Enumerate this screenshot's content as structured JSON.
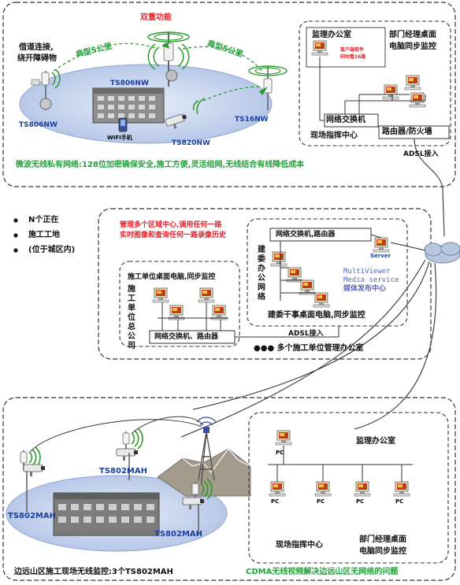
{
  "colors": {
    "ellipse": "#c9d6ee",
    "ellipse_edge": "#8fa6d4",
    "border": "#333333",
    "line": "#222222",
    "red": "#e4202a",
    "green": "#22a13a",
    "blue": "#1a3f9e"
  },
  "top": {
    "dual_function": "双重功能",
    "detour": [
      "借道连接,",
      "绕开障碍物"
    ],
    "typ5km_left": "典型5公里",
    "typ5km_right": "典型5公里",
    "ts806nw_center": "TS806NW",
    "ts806nw_left": "TS806NW",
    "ts820nw": "TS820NW",
    "ts16nw": "TS16NW",
    "wifi_phone": "WIFI手机",
    "supervisor_office": "监理办公室",
    "client_software": [
      "客户端软件",
      "同时看16路"
    ],
    "dept_manager": [
      "部门经理桌面",
      "电脑同步监控"
    ],
    "network_switch": "网络交换机",
    "router_firewall": "路由器/防火墙",
    "site_command": "现场指挥中心",
    "adsl": "ADSL接入",
    "caption": "微波无线私有网络:128位加密确保安全,施工方便,灵活组网,无线结合有线降低成本"
  },
  "legend": {
    "items": [
      "N个正在",
      "施工工地",
      "(位于城区内)"
    ]
  },
  "middle": {
    "manage_note": [
      "管理多个区域中心,调用任何一路",
      "实时图像和查询任何一路录像历史"
    ],
    "switch_router": "网络交换机,路由器",
    "jianwei_office": "建委办公网络",
    "server": "Server",
    "multiviewer": [
      "MultiViewer",
      "Media service"
    ],
    "media_center": "媒体发布中心",
    "jianwei_staff": "建委干事桌面电脑,同步监控",
    "construction_desk": "施工单位桌面电脑,同步监控",
    "construction_co": "施工单位总公司",
    "switch_router2": "网络交换机、路由器",
    "adsl": "ADSL接入",
    "multi_office": "●●● 多个施工单位管理办公室"
  },
  "bottom": {
    "ts802mah_1": "TS802MAH",
    "ts802mah_2": "TS802MAH",
    "ts802mah_3": "TS802MAH",
    "supervisor_office": "监理办公室",
    "site_command": "现场指挥中心",
    "dept_manager": [
      "部门经理桌面",
      "电脑同步监控"
    ],
    "pc": "PC",
    "caption_left": "边远山区施工现场无线监控:3个TS802MAH",
    "caption_right": "CDMA无线视频解决边远山区无网络的问题"
  }
}
